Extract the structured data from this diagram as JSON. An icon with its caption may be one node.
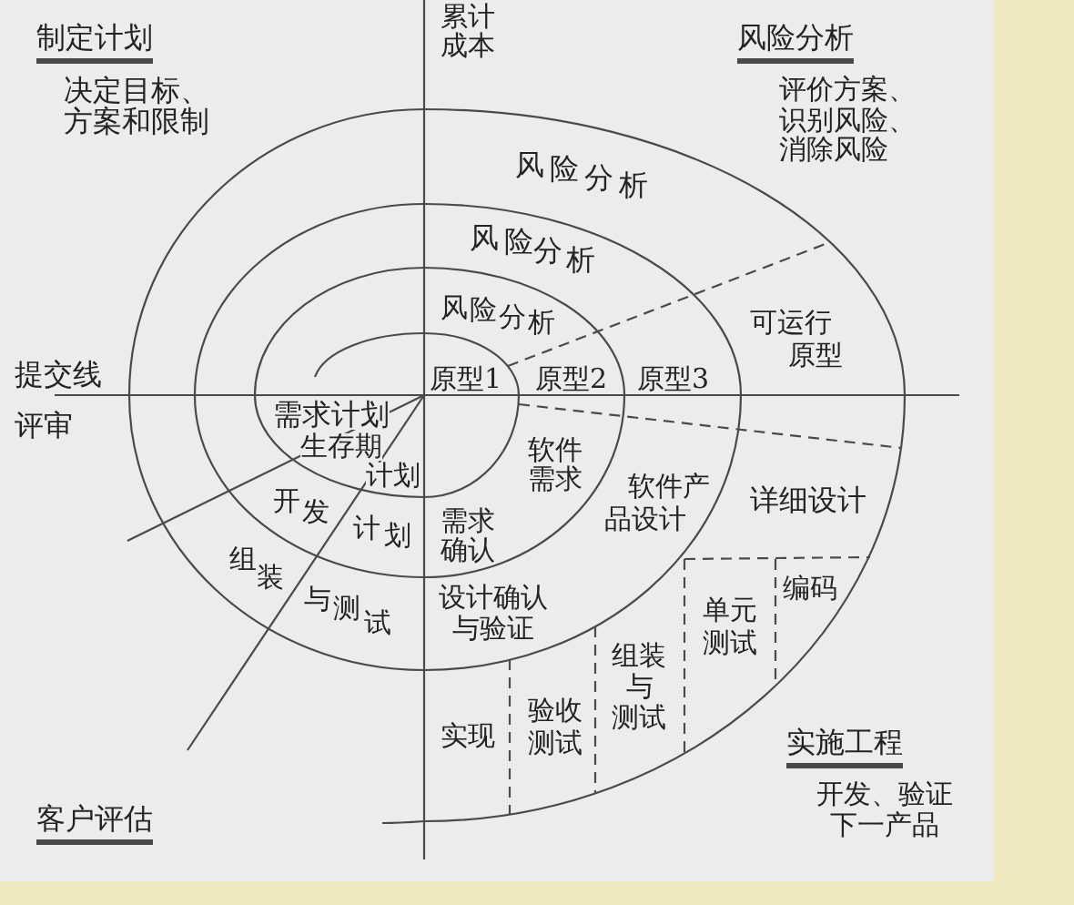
{
  "diagram": {
    "labels": [
      "累计成本",
      "制定计划",
      "决定目标、方案和限制",
      "风险分析",
      "评价方案、识别风险、消除风险",
      "风险分析",
      "风险分析",
      "风险分析",
      "可运行原型",
      "提交线",
      "原型1",
      "原型2",
      "原型3",
      "评审",
      "需求计划",
      "生存期计划",
      "软件需求",
      "软件产品设计",
      "详细设计",
      "开发计划",
      "需求确认",
      "编码",
      "单元测试",
      "组装与测试",
      "设计确认与验证",
      "组装与测试",
      "验收测试",
      "实现",
      "实施工程",
      "开发、验证下一产品",
      "客户评估"
    ]
  }
}
